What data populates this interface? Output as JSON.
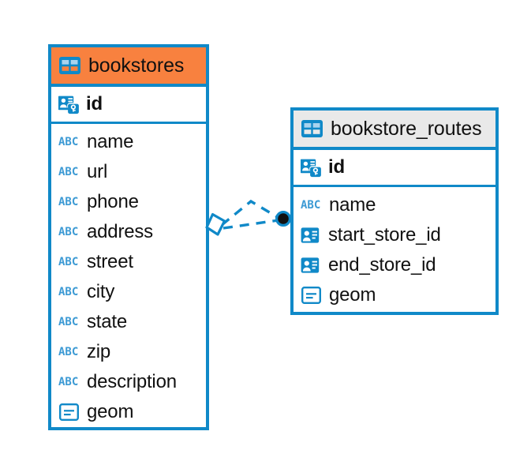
{
  "diagram": {
    "type": "entity-relationship-diagram",
    "background_color": "#ffffff",
    "accent_color": "#1089c8",
    "highlight_color": "#f8813f",
    "neutral_header_color": "#e9e9e9",
    "entities": [
      {
        "name": "bookstores",
        "header_style": "accent",
        "table_icon": "table-icon",
        "primary_key": {
          "label": "id",
          "icon": "primary-key-icon"
        },
        "fields": [
          {
            "label": "name",
            "icon": "text-abc-icon"
          },
          {
            "label": "url",
            "icon": "text-abc-icon"
          },
          {
            "label": "phone",
            "icon": "text-abc-icon"
          },
          {
            "label": "address",
            "icon": "text-abc-icon"
          },
          {
            "label": "street",
            "icon": "text-abc-icon"
          },
          {
            "label": "city",
            "icon": "text-abc-icon"
          },
          {
            "label": "state",
            "icon": "text-abc-icon"
          },
          {
            "label": "zip",
            "icon": "text-abc-icon"
          },
          {
            "label": "description",
            "icon": "text-abc-icon"
          },
          {
            "label": "geom",
            "icon": "geometry-icon"
          }
        ]
      },
      {
        "name": "bookstore_routes",
        "header_style": "neutral",
        "table_icon": "table-icon",
        "primary_key": {
          "label": "id",
          "icon": "primary-key-icon"
        },
        "fields": [
          {
            "label": "name",
            "icon": "text-abc-icon"
          },
          {
            "label": "start_store_id",
            "icon": "foreign-key-icon"
          },
          {
            "label": "end_store_id",
            "icon": "foreign-key-icon"
          },
          {
            "label": "geom",
            "icon": "geometry-icon"
          }
        ]
      }
    ],
    "relationship": {
      "from_entity": "bookstores",
      "to_entity": "bookstore_routes",
      "line_style": "dashed",
      "line_color": "#1089c8",
      "source_marker": "diamond-marker",
      "target_marker": "filled-circle-marker",
      "cardinality": "one-to-many"
    }
  }
}
